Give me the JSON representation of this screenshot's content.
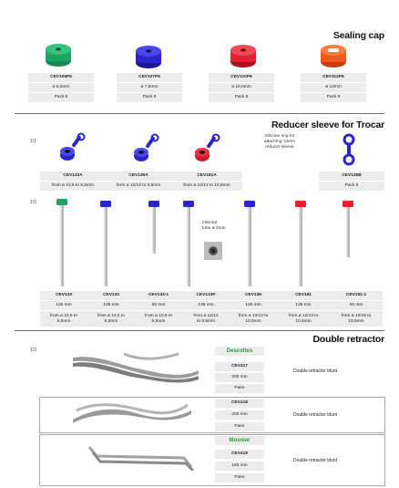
{
  "sealing_cap": {
    "title": "Sealing cap",
    "items": [
      {
        "ref": "CEV105P6",
        "size": "ø 5,5mm",
        "pack": "Pack 6",
        "color": "#1ea461"
      },
      {
        "ref": "CEV107P6",
        "size": "ø 7,5mm",
        "pack": "Pack 6",
        "color": "#2a25c9"
      },
      {
        "ref": "CEV110P6",
        "size": "ø 10,5mm",
        "pack": "Pack 6",
        "color": "#e42030"
      },
      {
        "ref": "CEV112P6",
        "size": "ø 12mm",
        "pack": "Pack 6",
        "color": "#f05a1c"
      }
    ]
  },
  "reducer": {
    "title": "Reducer sleeve for Trocar",
    "scale": "1/1",
    "scale2": "1/3",
    "silicone_note": "Silicone ring for attaching 13mm reducer sleeve",
    "rings": [
      {
        "ref": "CEV133A",
        "range": "from ø 10,5 to 5,5mm",
        "color": "#2a25c9"
      },
      {
        "ref": "CEV136A",
        "range": "from ø 12/13 to 5,5mm",
        "color": "#2a25c9"
      },
      {
        "ref": "CEV181A",
        "range": "from ø 12/13 to 10,5mm",
        "color": "#e42030"
      },
      {
        "ref": "CEV135B",
        "range": "Pack 6",
        "color": "#2a25c9"
      }
    ],
    "tube_note": "Internal tube ø 3mm",
    "sleeves": [
      {
        "ref": "CEV133",
        "len": "135 mm",
        "range": "from ø 10,5 to 5,5mm"
      },
      {
        "ref": "CEV133",
        "len": "135 mm",
        "range": "from ø 10,5 to 5,5mm"
      },
      {
        "ref": "CEV133-1",
        "len": "65 mm",
        "range": "from ø 10,5 to 5,5mm"
      },
      {
        "ref": "CEV133P",
        "len": "135 mm",
        "range": "from ø 12/13 to 5,5mm"
      },
      {
        "ref": "CEV136",
        "len": "135 mm",
        "range": "from ø 12/13 to 10,5mm"
      },
      {
        "ref": "CEV181",
        "len": "135 mm",
        "range": "from ø 12/13 to 10,5mm"
      },
      {
        "ref": "CEV181-1",
        "len": "65 mm",
        "range": "from ø 12/15 to 10,5mm"
      }
    ]
  },
  "retractor": {
    "title": "Double retractor",
    "scale": "1/3",
    "rows": [
      {
        "brand": "Descottes",
        "ref": "CEV417",
        "len": "200 mm",
        "pack": "Paire",
        "desc": "Double retractor blunt"
      },
      {
        "brand": "",
        "ref": "CEV418",
        "len": "200 mm",
        "pack": "Paire",
        "desc": "Double retractor blunt"
      },
      {
        "brand": "Mosnier",
        "ref": "CEV419",
        "len": "160 mm",
        "pack": "Paire",
        "desc": "Double retractor blunt"
      }
    ]
  }
}
